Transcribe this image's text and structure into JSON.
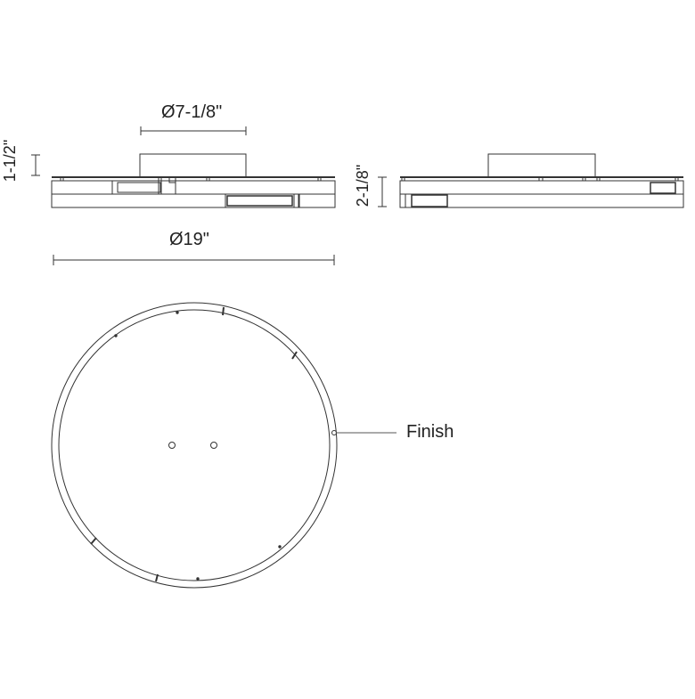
{
  "diagram": {
    "title": "Ceiling light dimension drawing",
    "views": {
      "side_view_left": {
        "canopy_diameter_label": "Ø7-1/8\"",
        "canopy_height_label": "1-1/2\"",
        "overall_diameter_label": "Ø19\""
      },
      "side_view_right": {
        "overall_height_label": "2-1/8\""
      },
      "top_view": {
        "callout_label": "Finish"
      }
    },
    "colors": {
      "line": "#333333",
      "background": "#ffffff"
    }
  }
}
